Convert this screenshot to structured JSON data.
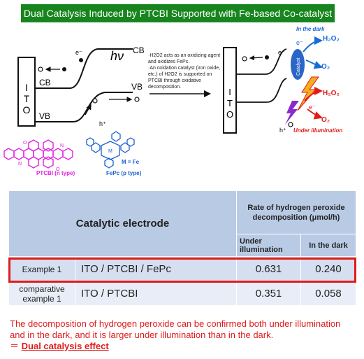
{
  "banner_title": "Dual Catalysis Induced by PTCBI Supported with Fe-based Co-catalyst",
  "diagram_left": {
    "ito": [
      "I",
      "T",
      "O"
    ],
    "cb_left": "CB",
    "vb_left": "VB",
    "cb_right": "CB",
    "vb_right": "VB",
    "hv": "hν",
    "e_minus": "e⁻",
    "h_plus": "h⁺"
  },
  "note": {
    "line1": "·H2O2 acts as an oxidizing agent and oxidizes FePc.",
    "line2": "·An oxidation catalyst (iron oxide, etc.) of H2O2 is supported on PTCBI through oxidative decomposition."
  },
  "molecules": {
    "ptcbi_label": "PTCBI (n type)",
    "fepc_label": "FePc (p type)",
    "m_label": "M = Fe",
    "atom_n": "N",
    "atom_o": "O",
    "atom_m": "M"
  },
  "diagram_right": {
    "ito": [
      "I",
      "T",
      "O"
    ],
    "in_the_dark": "In the dark",
    "under_illumination": "Under illumination",
    "catalyst": "Catalyst",
    "h2o2": "H₂O₂",
    "o2": "O₂",
    "e_minus": "e⁻",
    "h_plus": "h⁺"
  },
  "table": {
    "col_electrode": "Catalytic electrode",
    "col_rate": "Rate of hydrogen peroxide decomposition (μmol/h)",
    "sub_under": "Under illumination",
    "sub_dark": "In the dark",
    "rows": [
      {
        "label": "Example 1",
        "electrode": "ITO / PTCBI / FePc",
        "under": "0.631",
        "dark": "0.240"
      },
      {
        "label": "comparative example 1",
        "electrode": "ITO / PTCBI",
        "under": "0.351",
        "dark": "0.058"
      }
    ]
  },
  "conclusion": {
    "text": "The decomposition of hydrogen peroxide can be confirmed both under illumination and in the dark, and it is larger under illumination than in the dark.",
    "prefix": "＝",
    "effect": "Dual catalysis effect"
  },
  "colors": {
    "banner": "#17851e",
    "highlight": "#e21a1a",
    "molecule_ptcbi": "#e020e0",
    "molecule_fepc": "#1a5fd0",
    "dark_blue": "#1a6ad8",
    "red": "#e21a1a"
  }
}
